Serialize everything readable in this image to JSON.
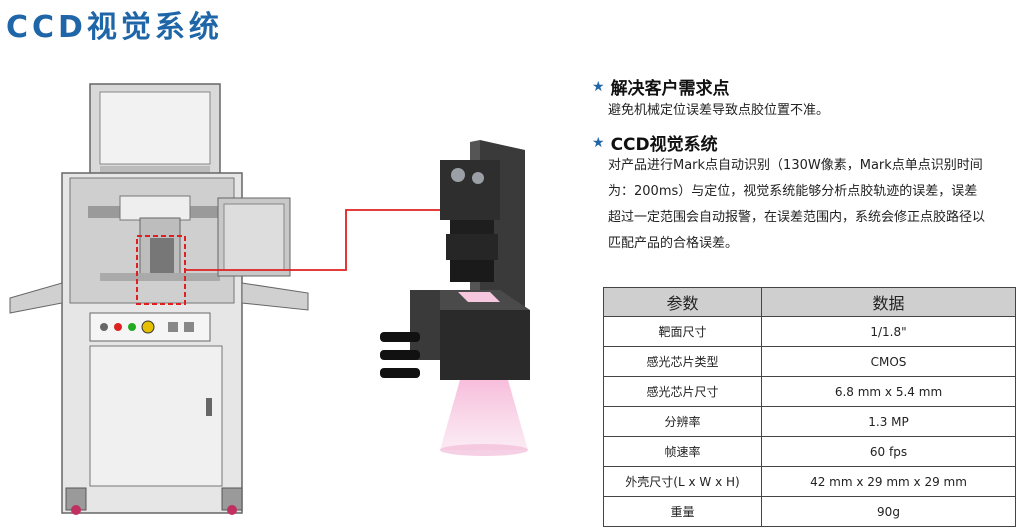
{
  "page": {
    "title": "CCD视觉系统"
  },
  "sections": [
    {
      "heading": "解决客户需求点",
      "text": "避免机械定位误差导致点胶位置不准。"
    },
    {
      "heading": "CCD视觉系统",
      "lines": [
        "对产品进行Mark点自动识别（130W像素，Mark点单点识别时间",
        "为：200ms）与定位，视觉系统能够分析点胶轨迹的误差，误差",
        "超过一定范围会自动报警，在误差范围内，系统会修正点胶路径以",
        "匹配产品的合格误差。"
      ]
    }
  ],
  "spec_table": {
    "headers": [
      "参数",
      "数据"
    ],
    "rows": [
      [
        "靶面尺寸",
        "1/1.8\""
      ],
      [
        "感光芯片类型",
        "CMOS"
      ],
      [
        "感光芯片尺寸",
        "6.8 mm x 5.4 mm"
      ],
      [
        "分辨率",
        "1.3 MP"
      ],
      [
        "帧速率",
        "60 fps"
      ],
      [
        "外壳尺寸(L x W x H)",
        "42 mm x 29 mm x 29 mm"
      ],
      [
        "重量",
        "90g"
      ]
    ]
  },
  "colors": {
    "title": "#1f66a8",
    "star": "#1f66a8",
    "callout": "#e02020",
    "header_bg": "#cfcfcf"
  },
  "icons": {
    "bullet": "star-icon"
  }
}
